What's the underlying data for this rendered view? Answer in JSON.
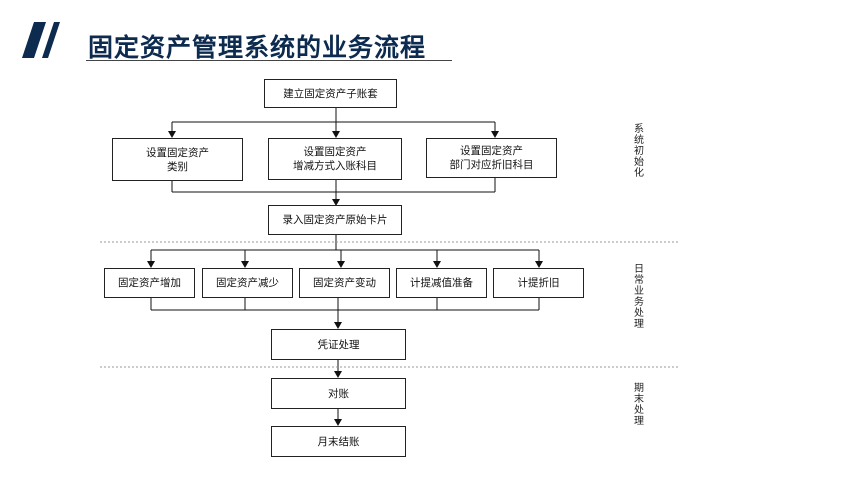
{
  "header": {
    "title": "固定资产管理系统的业务流程",
    "accent_color": "#0d2a4f"
  },
  "nodes": {
    "setup_ledger": "建立固定资产子账套",
    "asset_category": "设置固定资产\n类别",
    "change_method": "设置固定资产\n增减方式入账科目",
    "dept_depr": "设置固定资产\n部门对应折旧科目",
    "original_card": "录入固定资产原始卡片",
    "asset_increase": "固定资产增加",
    "asset_decrease": "固定资产减少",
    "asset_change": "固定资产变动",
    "impairment": "计提减值准备",
    "depreciation": "计提折旧",
    "voucher": "凭证处理",
    "reconcile": "对账",
    "month_end": "月末结账"
  },
  "sections": {
    "init": "系\n统\n初\n始\n化",
    "daily": "日\n常\n业\n务\n处\n理",
    "period_end": "期\n末\n处\n理"
  }
}
